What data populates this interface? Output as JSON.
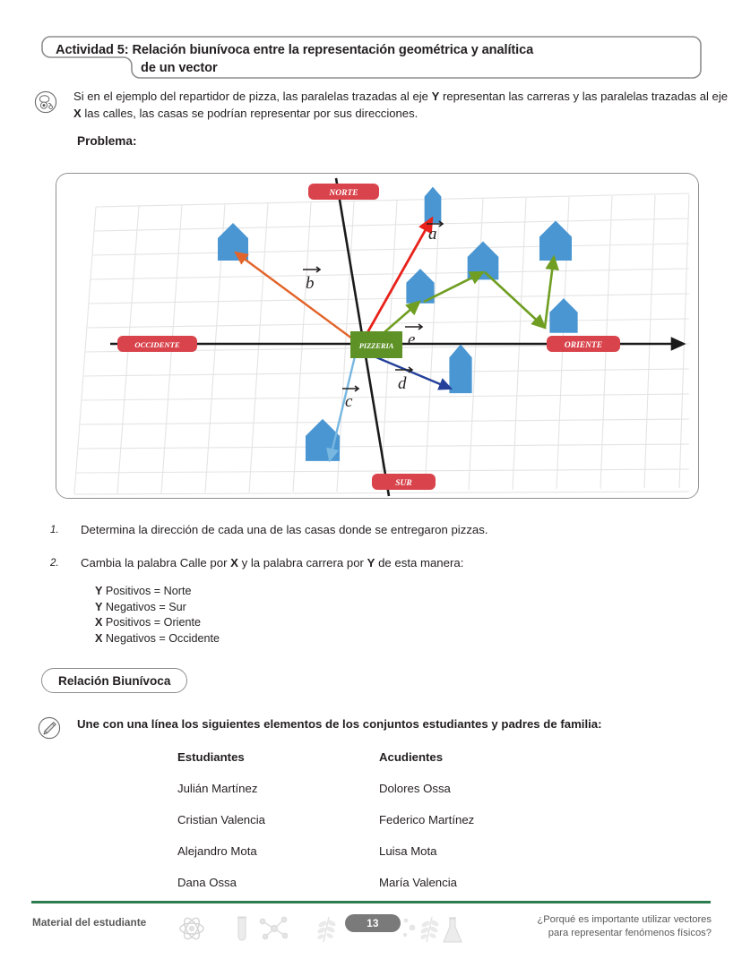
{
  "header": {
    "title_line1": "Actividad 5: Relación biunívoca entre la representación geométrica y analítica",
    "title_line2": "de un vector"
  },
  "intro": {
    "icon": "read-think-icon",
    "text_part1": "Si en el ejemplo del repartidor de pizza, las paralelas trazadas al eje ",
    "axis_y": "Y",
    "text_part2": " representan las carreras y las paralelas trazadas al eje ",
    "axis_x": "X",
    "text_part3": " las calles, las casas se podrían representar por sus direcciones."
  },
  "problema_label": "Problema:",
  "diagram": {
    "compass": {
      "north": "NORTE",
      "south": "SUR",
      "east": "ORIENTE",
      "west": "OCCIDENTE"
    },
    "origin_label": "PIZZERIA",
    "vectors": [
      {
        "name": "vector-a",
        "label": "a",
        "color": "#e8211a"
      },
      {
        "name": "vector-b",
        "label": "b",
        "color": "#e2642a"
      },
      {
        "name": "vector-c",
        "label": "c",
        "color": "#77b7e0"
      },
      {
        "name": "vector-d",
        "label": "d",
        "color": "#24409a"
      },
      {
        "name": "vector-e",
        "label": "e",
        "color": "#6f9e22"
      }
    ],
    "colors": {
      "house": "#4a96d2",
      "grid": "#e6e6e6",
      "axis": "#1a1a1a",
      "compass_badge": "#d9444c",
      "origin_badge": "#5e9227"
    },
    "house_count": 8
  },
  "questions": [
    {
      "num": "1.",
      "text": "Determina la dirección de cada una de las casas donde se entregaron pizzas."
    },
    {
      "num": "2.",
      "pre": "Cambia la palabra Calle por ",
      "b1": "X",
      "mid": " y la palabra carrera por ",
      "b2": "Y",
      "post": " de esta manera:"
    }
  ],
  "mapping": [
    {
      "axis": "Y",
      "rest": " Positivos = Norte"
    },
    {
      "axis": "Y",
      "rest": " Negativos = Sur"
    },
    {
      "axis": "X",
      "rest": " Positivos = Oriente"
    },
    {
      "axis": "X",
      "rest": " Negativos = Occidente"
    }
  ],
  "biunivoca_pill": "Relación Biunívoca",
  "matching": {
    "icon": "pencil-icon",
    "instruction": "Une con una línea los siguientes elementos de los conjuntos estudiantes y padres de familia:",
    "col_left_header": "Estudiantes",
    "col_right_header": "Acudientes",
    "estudiantes": [
      "Julián Martínez",
      "Cristian Valencia",
      "Alejandro Mota",
      "Dana Ossa"
    ],
    "acudientes": [
      "Dolores Ossa",
      "Federico Martínez",
      "Luisa Mota",
      "María Valencia"
    ]
  },
  "footer": {
    "left_text": "Material del estudiante",
    "page_number": "13",
    "right_line1": "¿Porqué es importante utilizar vectores",
    "right_line2": "para representar fenómenos físicos?",
    "icons": [
      "atom-icon",
      "test-tube-icon",
      "molecule-icon",
      "leaf-icon",
      "dots-icon",
      "leaf-icon",
      "flask-icon"
    ],
    "rule_color": "#2e7d4f"
  }
}
